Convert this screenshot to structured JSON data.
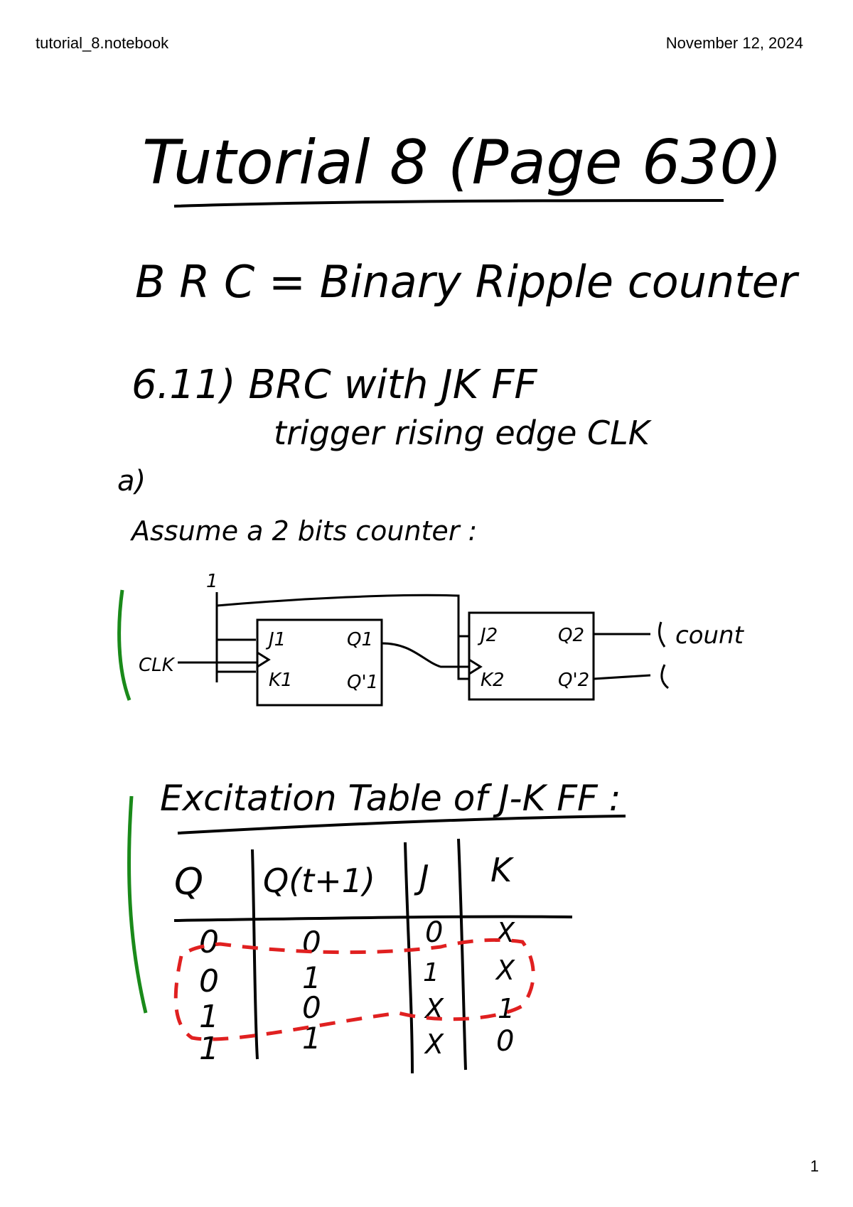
{
  "header": {
    "filename": "tutorial_8.notebook",
    "date": "November 12, 2024"
  },
  "notes": {
    "title": "Tutorial 8 (Page 630)",
    "definition": "B R C = Binary Ripple counter",
    "problem": "6.11) BRC with JK FF",
    "problem_sub": "trigger rising edge CLK",
    "part": "a)",
    "assume": "Assume a 2 bits counter :"
  },
  "circuit": {
    "one": "1",
    "clk": "CLK",
    "j1": "J1",
    "k1": "K1",
    "q1": "Q1",
    "q1n": "Q'1",
    "j2": "J2",
    "k2": "K2",
    "q2": "Q2",
    "q2n": "Q'2",
    "count": "count"
  },
  "excitation": {
    "title": "Excitation Table of J-K FF :",
    "headers": [
      "Q",
      "Q(t+1)",
      "J",
      "K"
    ],
    "rows": [
      [
        "0",
        "0",
        "0",
        "X"
      ],
      [
        "0",
        "1",
        "1",
        "X"
      ],
      [
        "1",
        "0",
        "X",
        "1"
      ],
      [
        "1",
        "1",
        "X",
        "0"
      ]
    ]
  },
  "colors": {
    "ink": "#000000",
    "bracket": "#1a8a1a",
    "highlight": "#e02020"
  },
  "page_number": "1"
}
